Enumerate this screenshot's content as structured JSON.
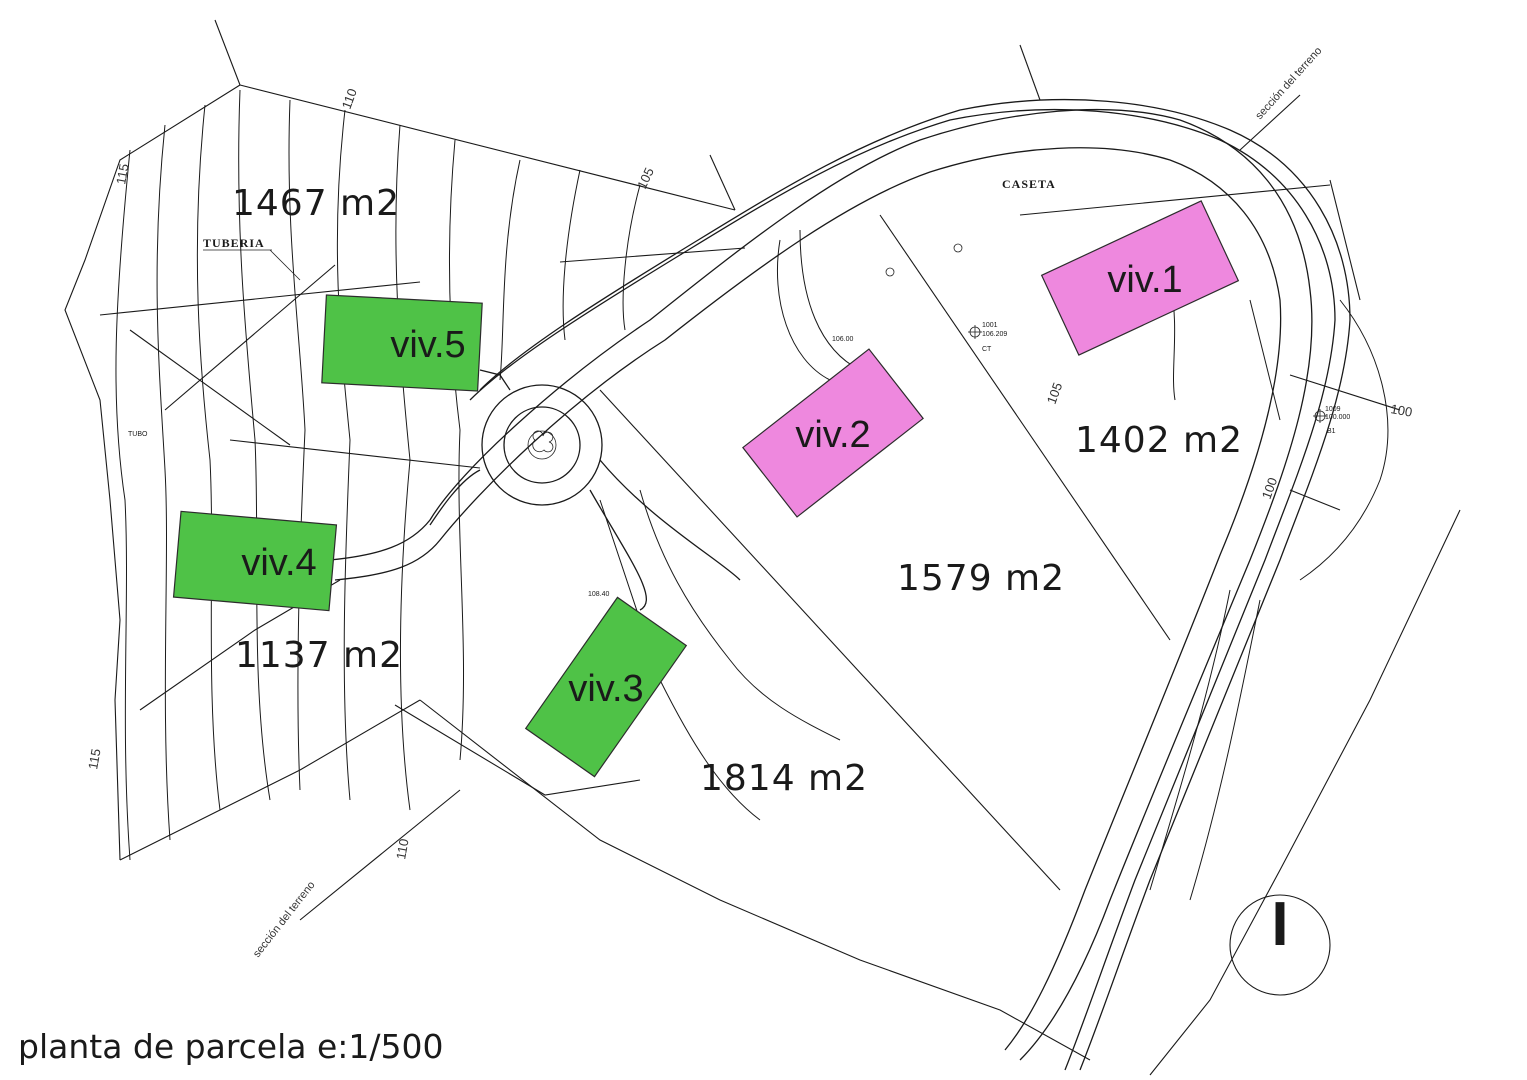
{
  "title": "planta de parcela e:1/500",
  "houses": [
    {
      "id": "viv1",
      "label": "viv.1",
      "color": "#ee88de"
    },
    {
      "id": "viv2",
      "label": "viv.2",
      "color": "#ee88de"
    },
    {
      "id": "viv3",
      "label": "viv.3",
      "color": "#4fc247"
    },
    {
      "id": "viv4",
      "label": "viv.4",
      "color": "#4fc247"
    },
    {
      "id": "viv5",
      "label": "viv.5",
      "color": "#4fc247"
    }
  ],
  "plots": [
    {
      "area": "1467 m2"
    },
    {
      "area": "1402 m2"
    },
    {
      "area": "1579 m2"
    },
    {
      "area": "1137 m2"
    },
    {
      "area": "1814 m2"
    }
  ],
  "annotations": {
    "caseta": "CASETA",
    "tuberia": "TUBERIA",
    "tubo": "TUBO",
    "ct": "CT",
    "b1": "B1",
    "point_1001": "1001",
    "point_1001_elev": "106.209",
    "point_1009": "1009",
    "point_1009_elev": "100.000",
    "elev_106": "106.00",
    "elev_108": "108.40"
  },
  "contour_labels": [
    "110",
    "115",
    "105",
    "105",
    "100",
    "100",
    "115",
    "110"
  ],
  "section_labels": [
    "sección del terreno",
    "sección del terreno"
  ],
  "north_arrow_symbol": "I"
}
